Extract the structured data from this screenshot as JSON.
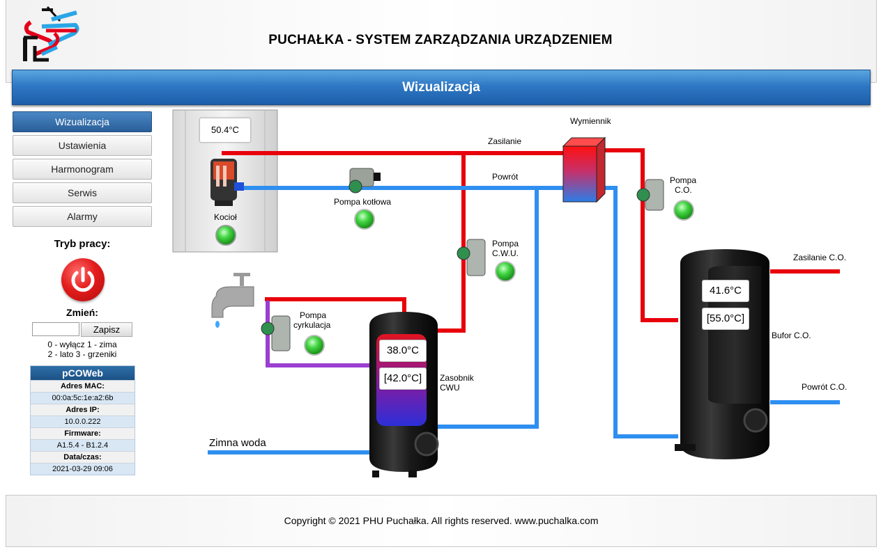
{
  "header": {
    "title": "PUCHAŁKA - SYSTEM ZARZĄDZANIA URZĄDZENIEM"
  },
  "banner": {
    "title": "Wizualizacja"
  },
  "nav": [
    {
      "label": "Wizualizacja",
      "active": true
    },
    {
      "label": "Ustawienia",
      "active": false
    },
    {
      "label": "Harmonogram",
      "active": false
    },
    {
      "label": "Serwis",
      "active": false
    },
    {
      "label": "Alarmy",
      "active": false
    }
  ],
  "mode": {
    "title": "Tryb pracy:",
    "power_state": "on",
    "change_label": "Zmień:",
    "input_value": "",
    "save_label": "Zapisz",
    "legend": [
      "0 - wyłącz   1 - zima",
      "2 - lato  3 - grzeniki"
    ]
  },
  "pcoweb": {
    "title": "pCOWeb",
    "rows": [
      {
        "label": "Adres MAC:",
        "value": "00:0a:5c:1e:a2:6b"
      },
      {
        "label": "Adres IP:",
        "value": "10.0.0.222"
      },
      {
        "label": "Firmware:",
        "value": "A1.5.4 - B1.2.4"
      },
      {
        "label": "Data/czas:",
        "value": "2021-03-29 09:06"
      }
    ]
  },
  "diagram": {
    "boiler": {
      "label": "Kocioł",
      "temp": "50.4°C",
      "status": "on"
    },
    "supply_label": "Zasilanie",
    "return_label": "Powrót",
    "exchanger_label": "Wymiennik",
    "pump_boiler": {
      "label": "Pompa kotłowa",
      "status": "on"
    },
    "pump_co": {
      "label1": "Pompa",
      "label2": "C.O.",
      "status": "on"
    },
    "pump_cwu": {
      "label1": "Pompa",
      "label2": "C.W.U.",
      "status": "on"
    },
    "pump_circ": {
      "label1": "Pompa",
      "label2": "cyrkulacja",
      "status": "on"
    },
    "cwu_tank": {
      "label1": "Zasobnik",
      "label2": "CWU",
      "temp": "38.0°C",
      "setpoint": "[42.0°C]"
    },
    "buffer_tank": {
      "label": "Bufor C.O.",
      "temp": "41.6°C",
      "setpoint": "[55.0°C]"
    },
    "supply_co_label": "Zasilanie C.O.",
    "return_co_label": "Powrót C.O.",
    "cold_water_label": "Zimna woda",
    "colors": {
      "hot": "#e8000b",
      "cold": "#2f8ff0",
      "circulation": "#9a3fd0",
      "led_on": "#3fcf3f"
    }
  },
  "footer": {
    "copyright": "Copyright © 2021 PHU Puchałka. All rights reserved. www.puchalka.com"
  }
}
